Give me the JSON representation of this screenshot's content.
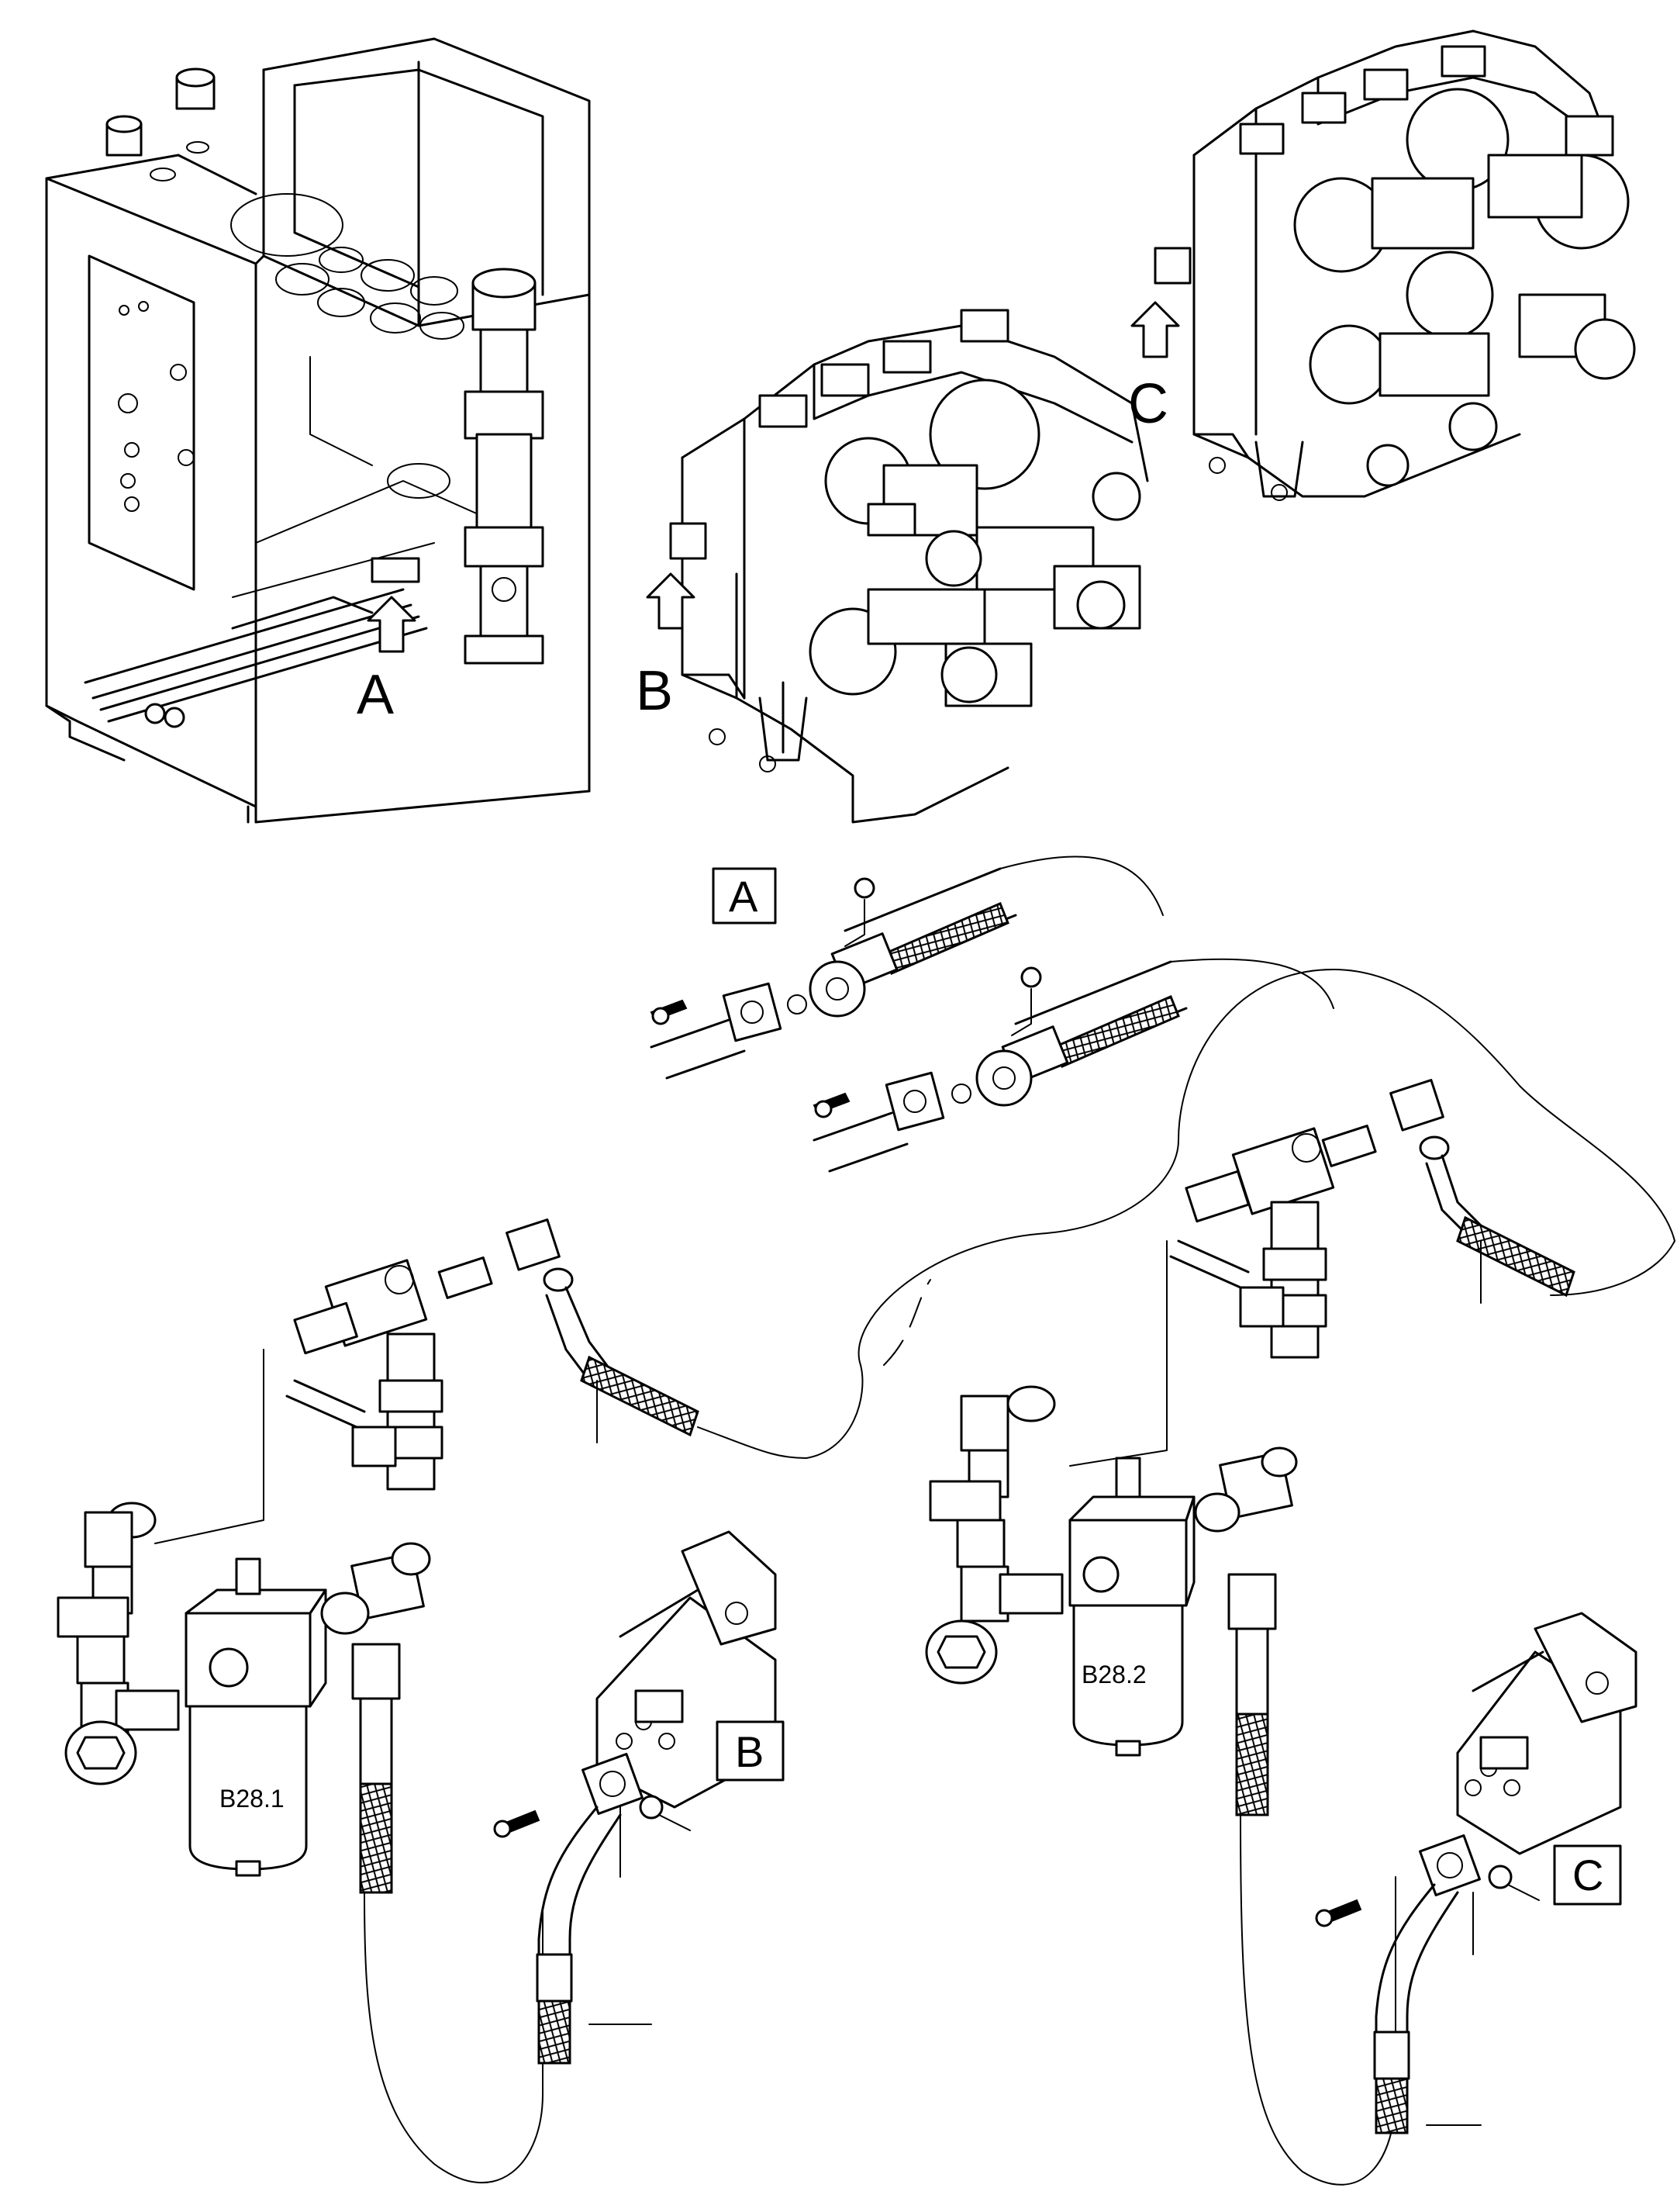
{
  "views": {
    "a": "A",
    "b": "B",
    "c": "C"
  },
  "details": {
    "a": "A",
    "b": "B",
    "c": "C"
  },
  "parts": {
    "filter_1": "B28.1",
    "filter_2": "B28.2"
  }
}
